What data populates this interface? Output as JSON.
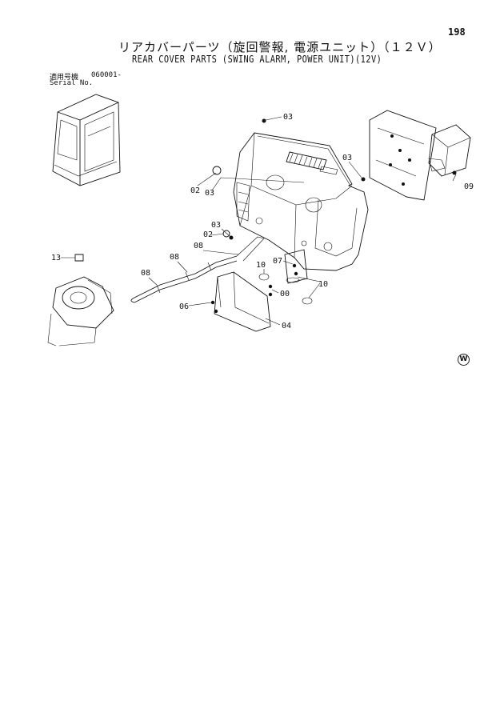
{
  "page_number": "198",
  "title_jp": "リアカバーパーツ（旋回警報, 電源ユニット）（１２Ｖ）",
  "title_en": "REAR COVER PARTS (SWING ALARM, POWER UNIT)(12V)",
  "serial_label_jp": "適用号機",
  "serial_value": "060001-",
  "serial_label_en": "Serial No.",
  "corner_mark": "W",
  "callouts": {
    "c03a": "03",
    "c03b": "03",
    "c03c": "03",
    "c03d": "03",
    "c02a": "02",
    "c02b": "02",
    "c09": "09",
    "c08a": "08",
    "c08b": "08",
    "c08c": "08",
    "c13": "13",
    "c10a": "10",
    "c10b": "10",
    "c07": "07",
    "c00": "00",
    "c06": "06",
    "c04": "04"
  }
}
